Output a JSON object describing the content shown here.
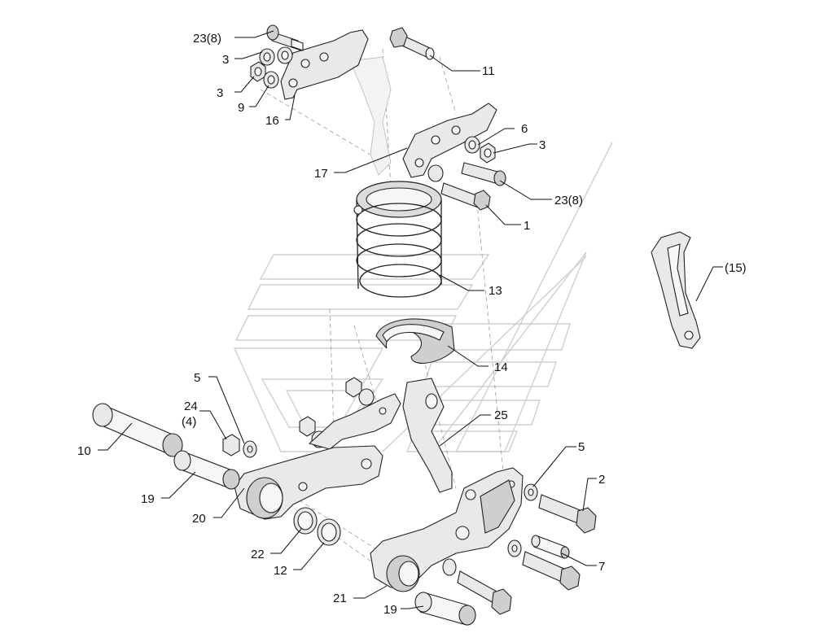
{
  "labels": {
    "c23a": "23(8)",
    "c3a": "3",
    "c3b": "3",
    "c9": "9",
    "c16": "16",
    "c11": "11",
    "c6": "6",
    "c3c": "3",
    "c17": "17",
    "c23b": "23(8)",
    "c1": "1",
    "c13": "13",
    "c15": "(15)",
    "c14": "14",
    "c5a": "5",
    "c24": "24",
    "c4": "(4)",
    "c25": "25",
    "c10": "10",
    "c19a": "19",
    "c20": "20",
    "c22": "22",
    "c12": "12",
    "c5b": "5",
    "c2": "2",
    "c7": "7",
    "c21": "21",
    "c19b": "19"
  },
  "colors": {
    "line": "#111111",
    "part_fill": "#e9e9e9",
    "watermark": "#cfcfcf",
    "background": "#ffffff"
  }
}
